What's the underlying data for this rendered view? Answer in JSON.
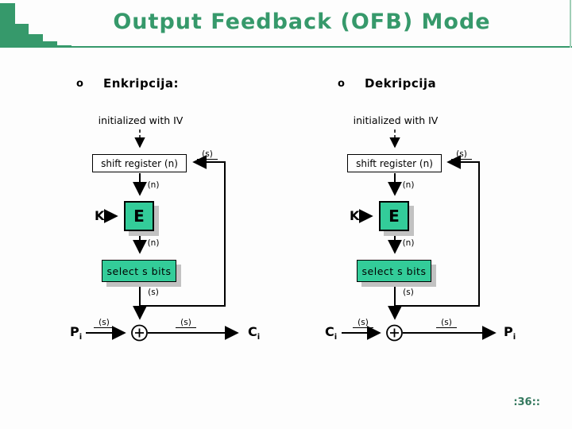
{
  "title": "Output Feedback (OFB) Mode",
  "slide_number": ":36::",
  "colors": {
    "accent_green": "#36996b",
    "box_green": "#33cc99",
    "shadow_gray": "#c2c2c2"
  },
  "sections": {
    "encryption": {
      "bullet": "o",
      "heading": "Enkripcija:"
    },
    "decryption": {
      "bullet": "o",
      "heading": "Dekripcija"
    }
  },
  "diagram": {
    "iv_label": "initialized with IV",
    "shift_register_label": "shift register (n)",
    "cipher_label": "E",
    "key_label": "K",
    "select_label": "select s bits",
    "s_label": "(s)",
    "n_label": "(n)",
    "plaintext_label": "P",
    "ciphertext_label": "C",
    "sub_label": "i"
  }
}
